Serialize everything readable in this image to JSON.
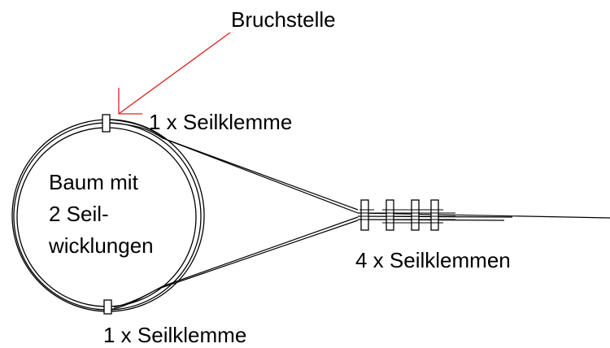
{
  "labels": {
    "break_point": "Bruchstelle",
    "top_clamp": "1 x Seilklemme",
    "bottom_clamp": "1 x Seilklemme",
    "four_clamps": "4 x Seilklemmen",
    "tree_line1": "Baum mit",
    "tree_line2": "2 Seil-",
    "tree_line3": "wicklungen"
  },
  "colors": {
    "line": "#000000",
    "arrow": "#e02020",
    "background": "#ffffff"
  }
}
